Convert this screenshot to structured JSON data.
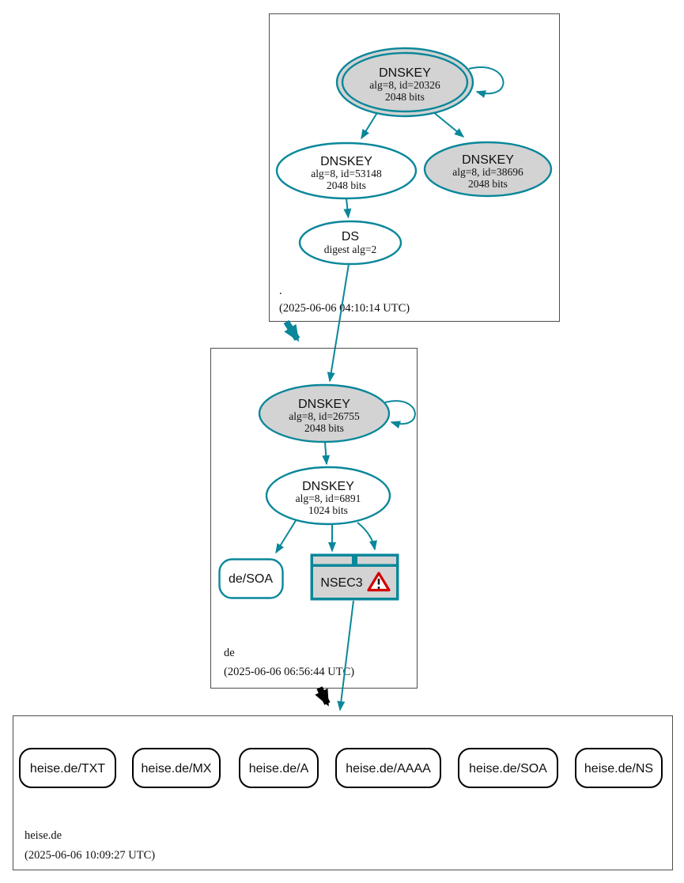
{
  "diagram": {
    "kind": "dnssec-authentication-chain",
    "colors": {
      "secure_edge": "#0a879a",
      "insecure_edge": "#000000",
      "node_fill_gray": "#d3d3d3",
      "warning_red": "#d40000",
      "zone_box_border": "#4d4d4d"
    },
    "root_zone": {
      "label": ".",
      "timestamp": "(2025-06-06 04:10:14 UTC)",
      "ksk": {
        "title": "DNSKEY",
        "alg": "alg=8, id=20326",
        "bits": "2048 bits"
      },
      "zsk": {
        "title": "DNSKEY",
        "alg": "alg=8, id=53148",
        "bits": "2048 bits"
      },
      "key2": {
        "title": "DNSKEY",
        "alg": "alg=8, id=38696",
        "bits": "2048 bits"
      },
      "ds": {
        "title": "DS",
        "detail": "digest alg=2"
      }
    },
    "de_zone": {
      "label": "de",
      "timestamp": "(2025-06-06 06:56:44 UTC)",
      "ksk": {
        "title": "DNSKEY",
        "alg": "alg=8, id=26755",
        "bits": "2048 bits"
      },
      "zsk": {
        "title": "DNSKEY",
        "alg": "alg=8, id=6891",
        "bits": "1024 bits"
      },
      "soa": {
        "label": "de/SOA"
      },
      "nsec3": {
        "label": "NSEC3",
        "status": "warning"
      }
    },
    "heise_zone": {
      "label": "heise.de",
      "timestamp": "(2025-06-06 10:09:27 UTC)",
      "rrsets": [
        {
          "label": "heise.de/TXT"
        },
        {
          "label": "heise.de/MX"
        },
        {
          "label": "heise.de/A"
        },
        {
          "label": "heise.de/AAAA"
        },
        {
          "label": "heise.de/SOA"
        },
        {
          "label": "heise.de/NS"
        }
      ]
    }
  }
}
